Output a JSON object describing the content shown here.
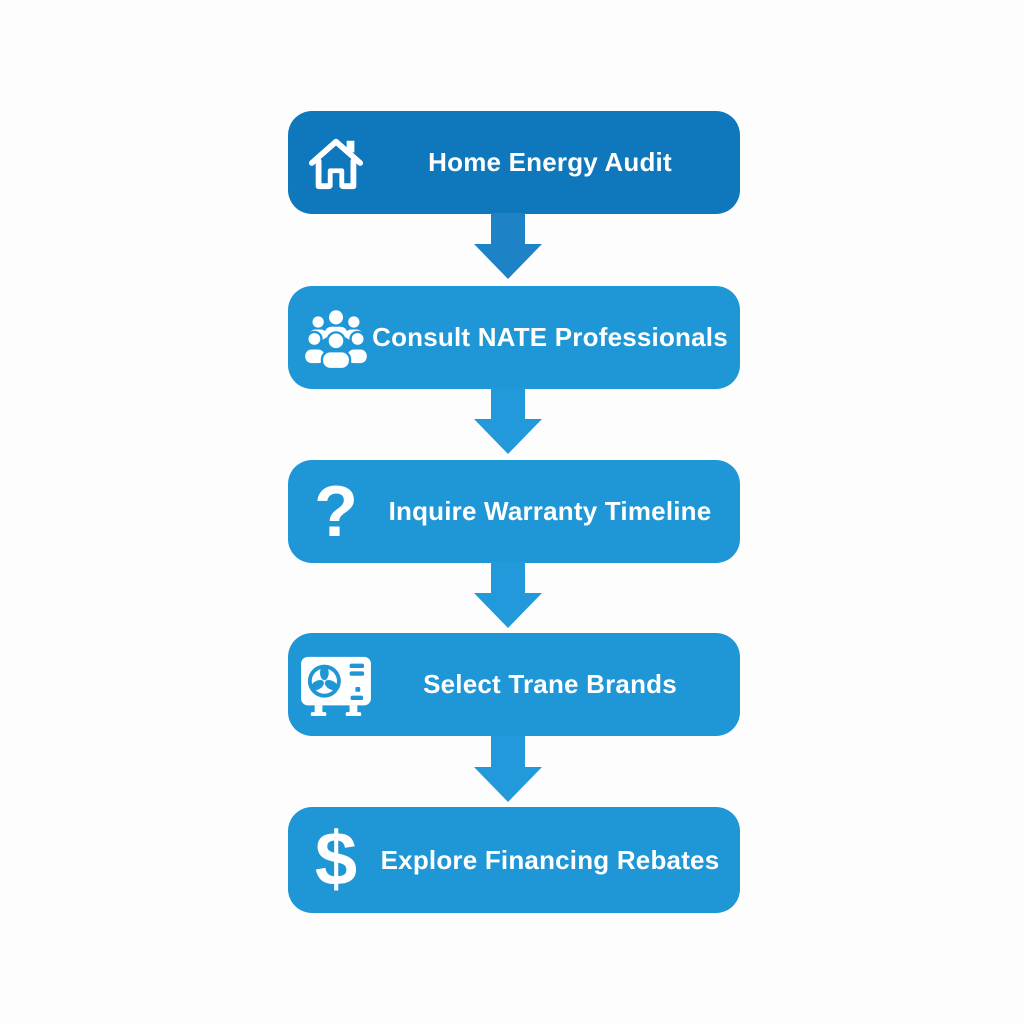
{
  "flow": {
    "direction": "top-to-bottom",
    "steps": [
      {
        "label": "Home Energy Audit",
        "icon": "house-icon"
      },
      {
        "label": "Consult NATE Professionals",
        "icon": "people-group-icon"
      },
      {
        "label": "Inquire Warranty Timeline",
        "icon": "question-mark-icon",
        "glyph": "?"
      },
      {
        "label": "Select Trane Brands",
        "icon": "hvac-unit-icon"
      },
      {
        "label": "Explore Financing Rebates",
        "icon": "dollar-sign-icon",
        "glyph": "$"
      }
    ],
    "connector": {
      "icon": "down-arrow-icon",
      "count": 4
    }
  },
  "colors": {
    "step_first_bg": "#0f78bc",
    "step_bg": "#1f96d5",
    "arrow_first": "#1e83c6",
    "arrow": "#2299da",
    "label_text": "#ffffff",
    "background": "#fdfdfd"
  }
}
